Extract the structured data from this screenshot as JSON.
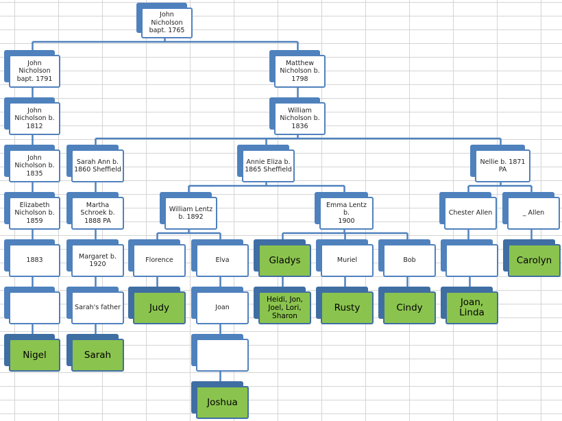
{
  "colors": {
    "box_border": "#4f81bd",
    "box_fill": "#ffffff",
    "leaf_fill": "#8bc34f",
    "connector": "#4f81bd",
    "grid": "#d4d4d4"
  },
  "nodes": {
    "john_1765": "John\nNicholson\nbapt. 1765",
    "john_1791": "John\nNicholson\nbapt. 1791",
    "matthew_1798": "Matthew\nNicholson b.\n1798",
    "john_1812": "John\nNicholson b.\n1812",
    "william_1836": "William\nNicholson b.\n1836",
    "john_1835": "John\nNicholson b.\n1835",
    "sarah_ann": "Sarah Ann b.\n1860 Sheffield",
    "annie_eliza": "Annie Eliza b.\n1865 Sheffield",
    "nellie": "Nellie b. 1871\nPA",
    "elizabeth": "Elizabeth\nNicholson b.\n1859",
    "martha": "Martha\nSchroek b.\n1888 PA",
    "william_lentz": "William Lentz\nb. 1892",
    "emma_lentz": "Emma Lentz b.\n1900",
    "chester_allen": "Chester Allen",
    "allen": "_ Allen",
    "n1883": "1883",
    "margaret": "Margaret b.\n1920",
    "florence": "Florence",
    "elva": "Elva",
    "gladys": "Gladys",
    "muriel": "Muriel",
    "bob": "Bob",
    "blank_chester": "",
    "carolyn": "Carolyn",
    "blank_1883": "",
    "sarahs_father": "Sarah's father",
    "judy": "Judy",
    "joan": "Joan",
    "heidi": "Heidi, Jon,\nJoel, Lori,\nSharon",
    "rusty": "Rusty",
    "cindy": "Cindy",
    "joan_linda": "Joan,\nLinda",
    "nigel": "Nigel",
    "sarah": "Sarah",
    "blank_joan": "",
    "joshua": "Joshua"
  }
}
